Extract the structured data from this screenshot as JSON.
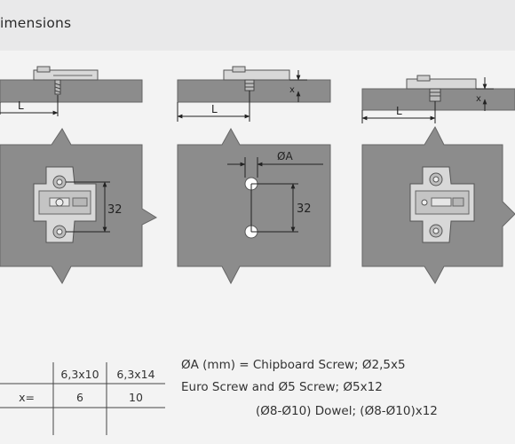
{
  "header": {
    "title": "imensions"
  },
  "diagrams": {
    "left": {
      "dim_length": "L",
      "dim_hole_spacing": "32"
    },
    "middle": {
      "dim_length": "L",
      "dim_height": "x",
      "dim_hole_diameter": "ØA",
      "dim_hole_spacing": "32"
    },
    "right": {
      "dim_length": "L",
      "dim_height": "x"
    }
  },
  "spec_table": {
    "columns": [
      "6,3x10",
      "6,3x14"
    ],
    "row_label": "x=",
    "values": [
      "6",
      "10"
    ]
  },
  "notes": [
    "ØA (mm) = Chipboard Screw; Ø2,5x5",
    "Euro Screw and Ø5 Screw; Ø5x12",
    "(Ø8-Ø10) Dowel; (Ø8-Ø10)x12"
  ],
  "colors": {
    "header_bg": "#e9e9ea",
    "panel_bg": "#f3f3f3",
    "board_fill": "#8c8c8c",
    "board_stroke": "#666666",
    "plate_fill": "#d8d8d8",
    "hole_fill": "#ffffff",
    "dim_line": "#222222"
  }
}
